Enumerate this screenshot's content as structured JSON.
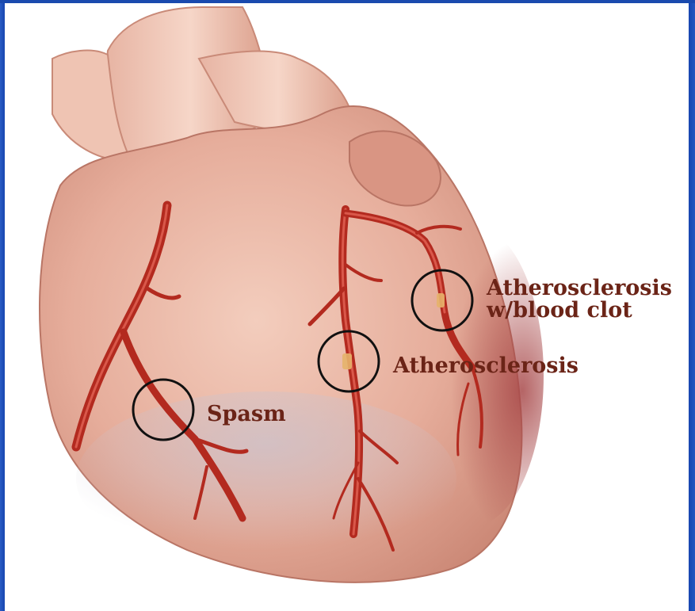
{
  "annotations": {
    "spasm": "Spasm",
    "atherosclerosis": "Atherosclerosis",
    "clot_line1": "Atherosclerosis",
    "clot_line2": "w/blood clot"
  },
  "colors": {
    "frame_blue": "#1f4fb4",
    "heart_skin": "#e8b3a2",
    "artery_red": "#b32a1f",
    "label_text": "#6b2417",
    "marker_circle": "#111111"
  }
}
